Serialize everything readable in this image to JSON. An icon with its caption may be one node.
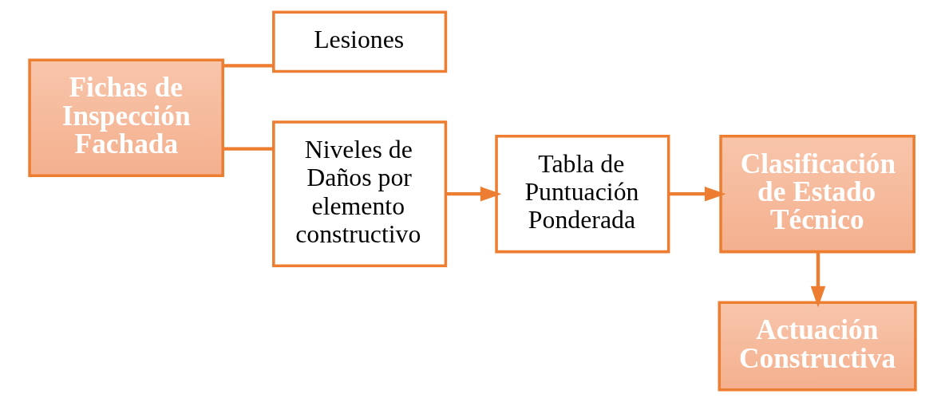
{
  "diagram": {
    "nodes": [
      {
        "text": [
          "Fichas de Inspección Fachada"
        ]
      },
      {
        "text": [
          "Lesiones"
        ]
      },
      {
        "text": [
          "Niveles de Daños por elemento constructivo"
        ]
      },
      {
        "text": [
          "Tabla de Puntuación Ponderada"
        ]
      },
      {
        "text": [
          "Clasificación de Estado Técnico"
        ]
      },
      {
        "text": [
          "Actuación Constructiva"
        ]
      }
    ],
    "edges": [
      {
        "from": 0,
        "to": 1,
        "arrow": "none"
      },
      {
        "from": 0,
        "to": 2,
        "arrow": "none"
      },
      {
        "from": 2,
        "to": 3,
        "arrow": "to"
      },
      {
        "from": 3,
        "to": 4,
        "arrow": "to"
      },
      {
        "from": 4,
        "to": 5,
        "arrow": "to"
      }
    ]
  }
}
